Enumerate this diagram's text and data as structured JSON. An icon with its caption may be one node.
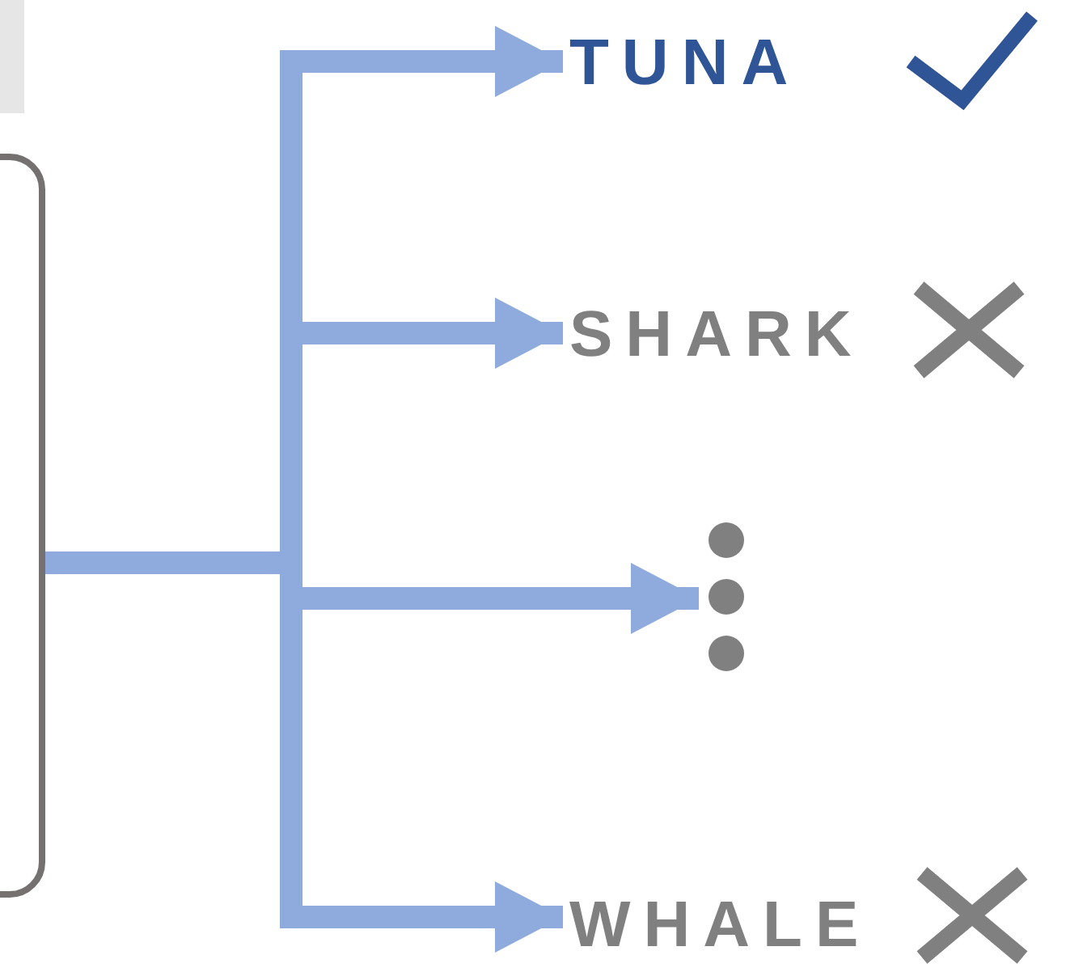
{
  "diagram": {
    "nodes": [
      {
        "text": [],
        "shape": "box"
      },
      {
        "text": [
          "TUNA"
        ]
      },
      {
        "text": [
          "SHARK"
        ]
      },
      {
        "text": [],
        "shape": "dots"
      },
      {
        "text": [
          "WHALE"
        ]
      }
    ],
    "edges": [
      {
        "from": 0,
        "to": 1,
        "arrow": "to"
      },
      {
        "from": 0,
        "to": 2,
        "arrow": "to"
      },
      {
        "from": 0,
        "to": 3,
        "arrow": "to"
      },
      {
        "from": 0,
        "to": 4,
        "arrow": "to"
      }
    ]
  }
}
